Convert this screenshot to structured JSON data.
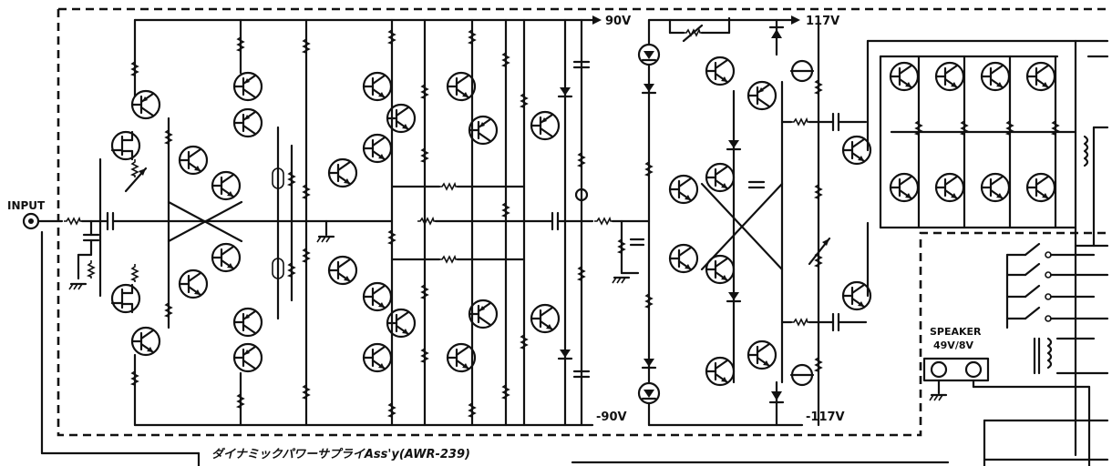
{
  "labels": {
    "input": "INPUT",
    "rail_pos_90": "90V",
    "rail_neg_90": "-90V",
    "rail_pos_117": "117V",
    "rail_neg_117": "-117V",
    "speaker_line1": "SPEAKER",
    "speaker_line2": "49V/8V",
    "power_supply_caption": "ダイナミックパワーサプライAss'y(AWR-239)"
  },
  "colors": {
    "ink": "#111111",
    "paper": "#ffffff"
  }
}
